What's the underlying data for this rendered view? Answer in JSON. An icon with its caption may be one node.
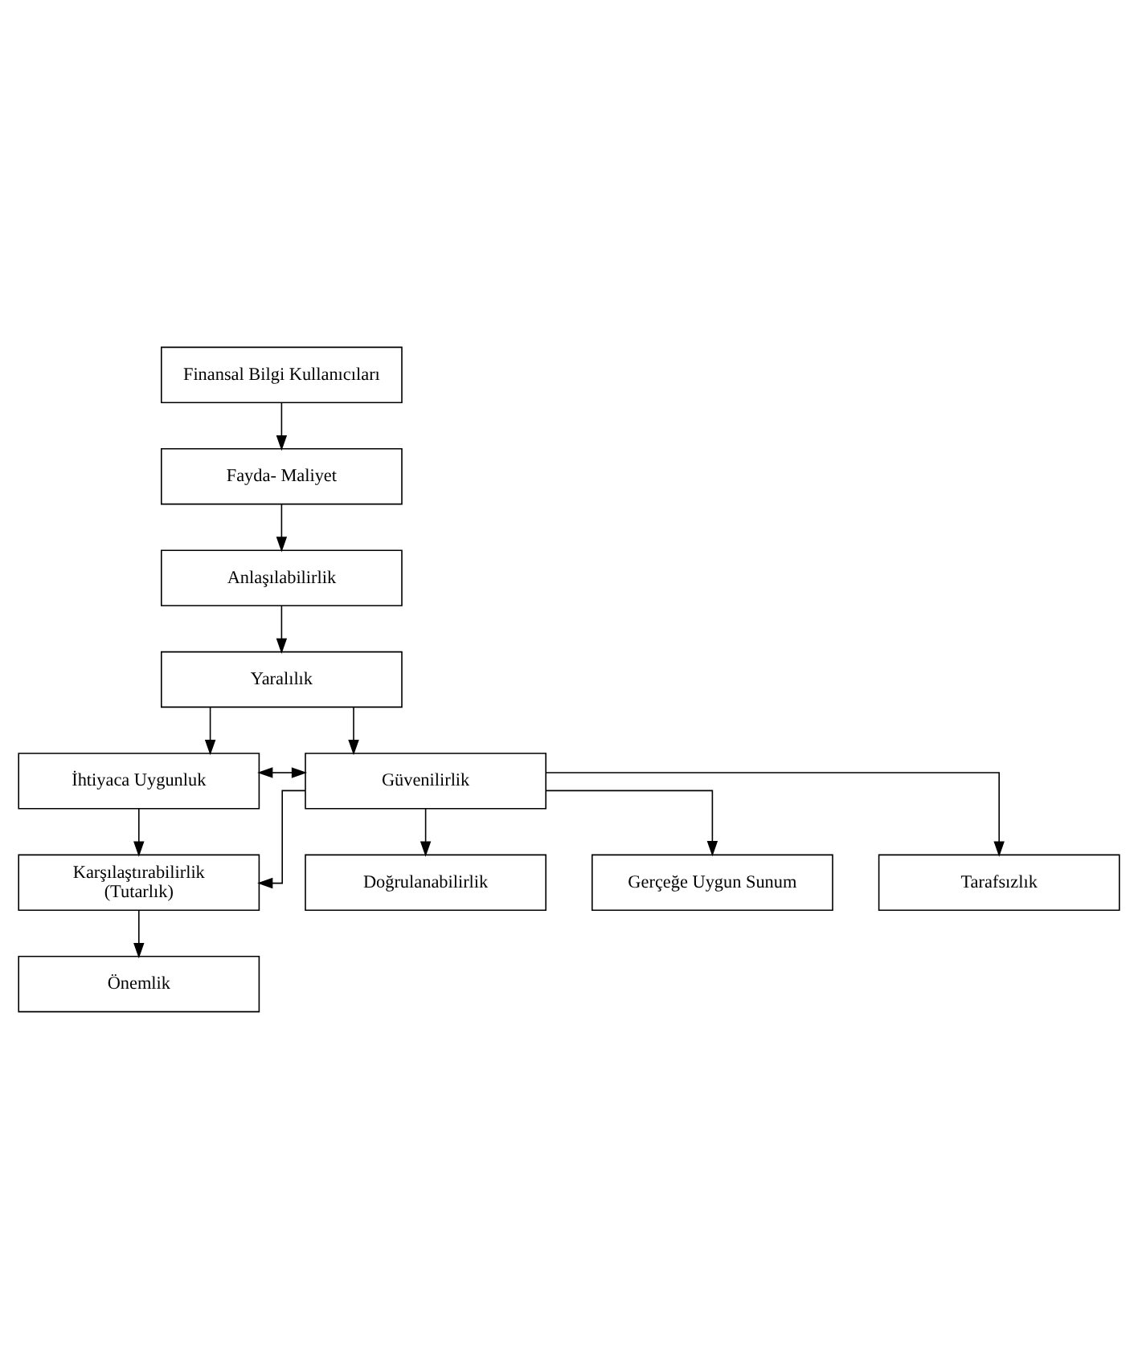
{
  "diagram": {
    "nodes": [
      {
        "text": [
          "Finansal Bilgi Kullanıcıları"
        ]
      },
      {
        "text": [
          "Fayda- Maliyet"
        ]
      },
      {
        "text": [
          "Anlaşılabilirlik"
        ]
      },
      {
        "text": [
          "Yaralılık"
        ]
      },
      {
        "text": [
          "İhtiyaca Uygunluk"
        ]
      },
      {
        "text": [
          "Güvenilirlik"
        ]
      },
      {
        "text": [
          "Doğrulanabilirlik"
        ]
      },
      {
        "text": [
          "Gerçeğe Uygun Sunum"
        ]
      },
      {
        "text": [
          "Karşılaştırabilirlik",
          "(Tutarlık)"
        ]
      },
      {
        "text": [
          "Tarafsızlık"
        ]
      },
      {
        "text": [
          "Önemlik"
        ]
      }
    ],
    "edges": [
      {
        "from": 0,
        "to": 1,
        "arrow": "to"
      },
      {
        "from": 1,
        "to": 2,
        "arrow": "to"
      },
      {
        "from": 2,
        "to": 3,
        "arrow": "to"
      },
      {
        "from": 3,
        "to": 4,
        "arrow": "to"
      },
      {
        "from": 3,
        "to": 5,
        "arrow": "to"
      },
      {
        "from": 4,
        "to": 5,
        "arrow": "both"
      },
      {
        "from": 4,
        "to": 8,
        "arrow": "to"
      },
      {
        "from": 5,
        "to": 8,
        "arrow": "to"
      },
      {
        "from": 5,
        "to": 6,
        "arrow": "to"
      },
      {
        "from": 5,
        "to": 7,
        "arrow": "to"
      },
      {
        "from": 5,
        "to": 9,
        "arrow": "to"
      },
      {
        "from": 8,
        "to": 10,
        "arrow": "to"
      }
    ]
  }
}
